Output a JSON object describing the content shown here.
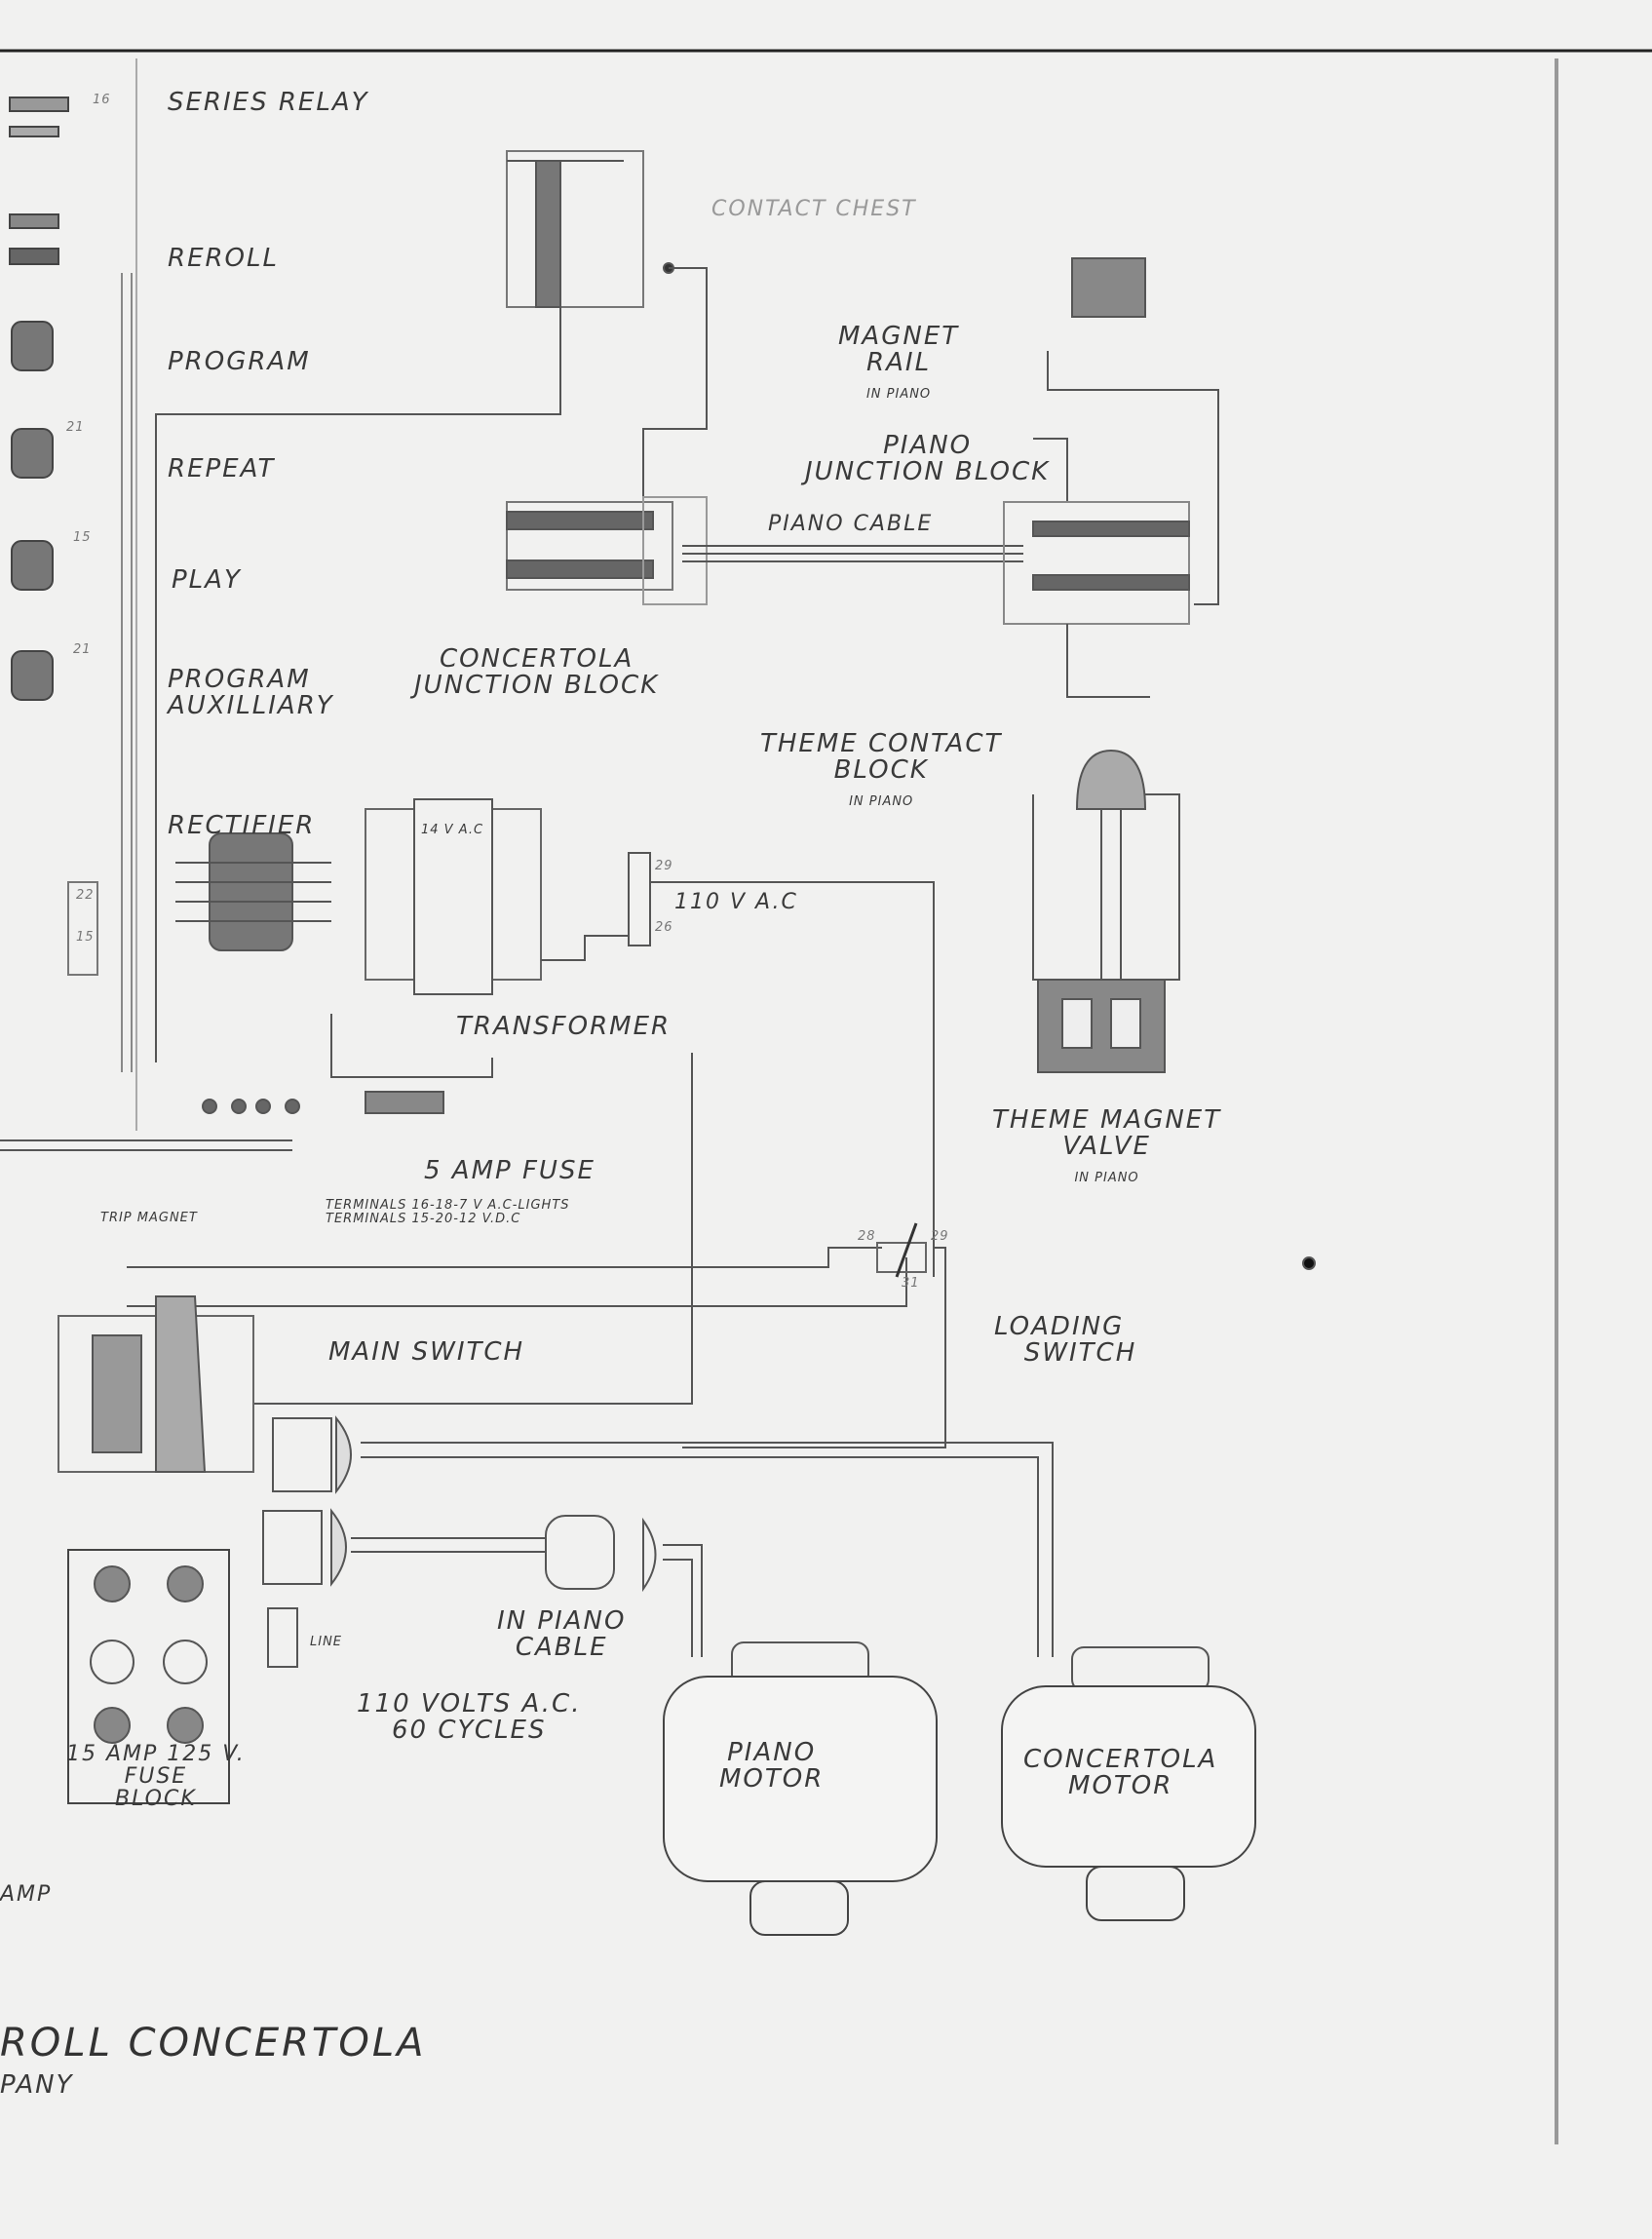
{
  "labels": {
    "series_relay": "SERIES RELAY",
    "reroll": "REROLL",
    "program": "PROGRAM",
    "repeat": "REPEAT",
    "play": "PLAY",
    "program_aux_1": "PROGRAM",
    "program_aux_2": "AUXILLIARY",
    "rectifier": "RECTIFIER",
    "contact_chest": "CONTACT CHEST",
    "magnet_rail_1": "MAGNET",
    "magnet_rail_2": "RAIL",
    "magnet_rail_3": "IN PIANO",
    "piano_junction_1": "PIANO",
    "piano_junction_2": "JUNCTION BLOCK",
    "piano_cable": "PIANO CABLE",
    "concertola_junction_1": "CONCERTOLA",
    "concertola_junction_2": "JUNCTION BLOCK",
    "theme_contact_1": "THEME CONTACT",
    "theme_contact_2": "BLOCK",
    "theme_contact_3": "IN PIANO",
    "vac_110": "110 V A.C",
    "transformer": "TRANSFORMER",
    "theme_magnet_1": "THEME MAGNET",
    "theme_magnet_2": "VALVE",
    "theme_magnet_3": "IN PIANO",
    "fuse_5amp": "5 AMP FUSE",
    "terminals_1": "TERMINALS 16-18-7 V A.C-LIGHTS",
    "terminals_2": "TERMINALS 15-20-12 V.D.C",
    "trip_magnet": "TRIP MAGNET",
    "loading_switch_1": "LOADING",
    "loading_switch_2": "SWITCH",
    "main_switch": "MAIN SWITCH",
    "in_piano_cable_1": "IN PIANO",
    "in_piano_cable_2": "CABLE",
    "volts_1": "110 VOLTS A.C.",
    "volts_2": "60 CYCLES",
    "line": "LINE",
    "fuse_block_1": "15 AMP 125 V.",
    "fuse_block_2": "FUSE",
    "fuse_block_3": "BLOCK",
    "piano_motor_1": "PIANO",
    "piano_motor_2": "MOTOR",
    "concertola_motor_1": "CONCERTOLA",
    "concertola_motor_2": "MOTOR",
    "amp_fragment": "AMP",
    "title_1": "ROLL CONCERTOLA",
    "title_2": "PANY",
    "transformer_rating": "14 V A.C"
  },
  "terminal_numbers": [
    "16",
    "21",
    "15",
    "21",
    "22",
    "15",
    "29",
    "26",
    "28",
    "29",
    "31"
  ]
}
